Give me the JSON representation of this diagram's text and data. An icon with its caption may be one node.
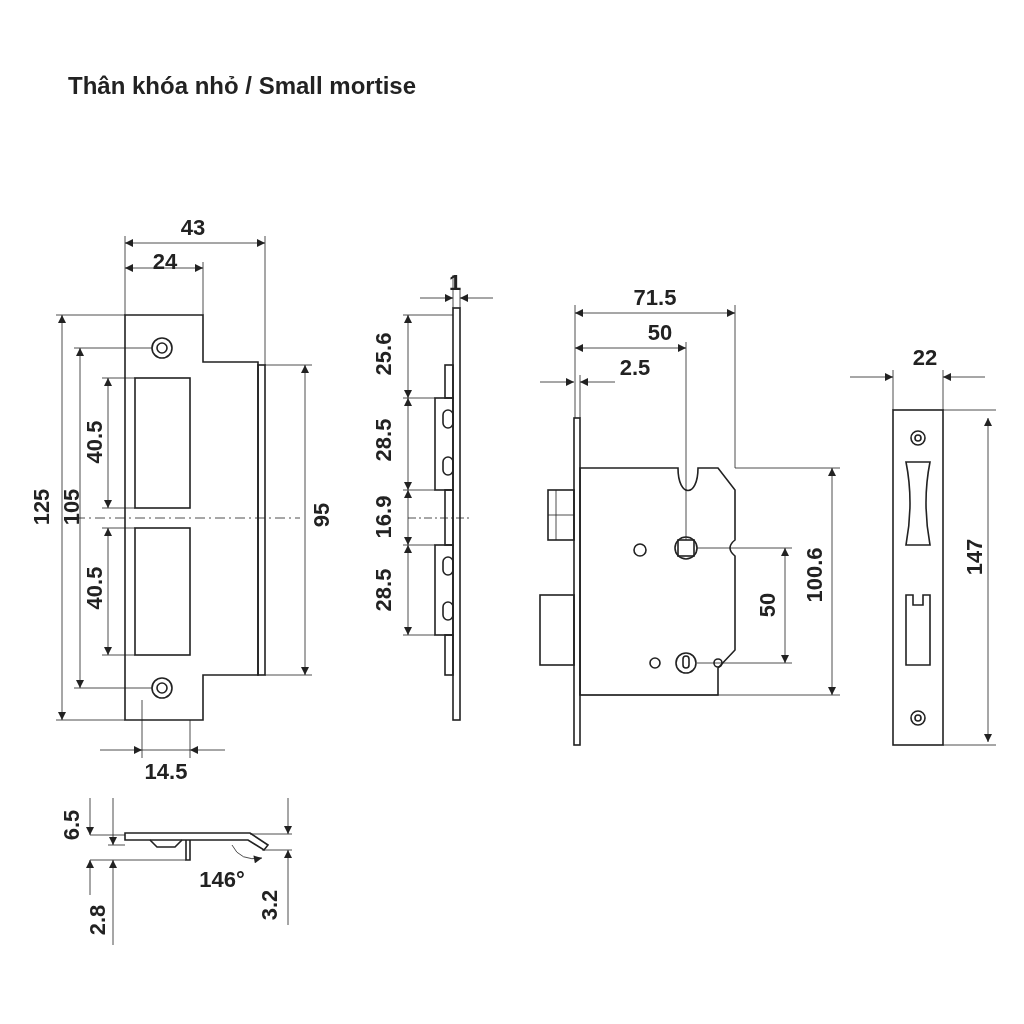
{
  "diagram": {
    "title": "Thân khóa nhỏ / Small mortise",
    "labels": [
      "43",
      "1",
      "71.5",
      "24",
      "50",
      "25.6",
      "22",
      "2.5",
      "40.5",
      "28.5",
      "125",
      "105",
      "95",
      "16.9",
      "100.6",
      "147",
      "40.5",
      "28.5",
      "50",
      "14.5",
      "6.5",
      "146°",
      "2.8",
      "3.2"
    ]
  }
}
